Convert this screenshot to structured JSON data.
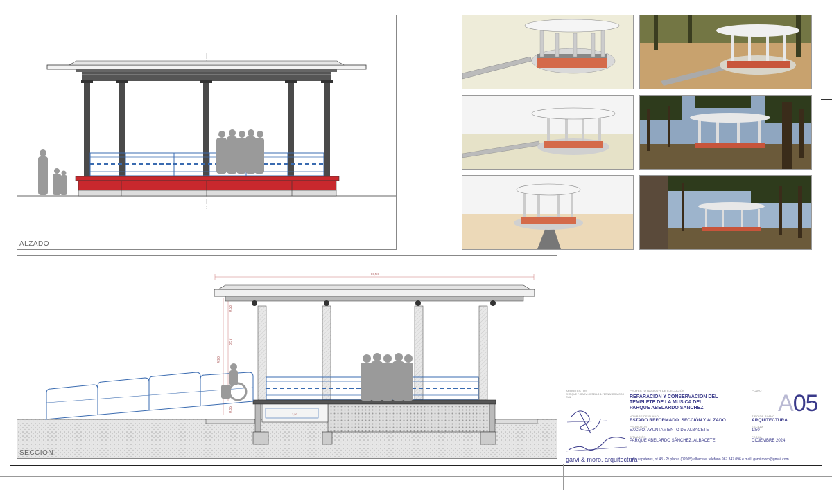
{
  "panels": {
    "alzado_label": "ALZADO",
    "seccion_label": "SECCION"
  },
  "dimensions": {
    "total_width": "10,80",
    "height_total": "4,90",
    "height_column": "3,57",
    "height_roof": "0,53",
    "height_base": "0,85",
    "base_width": "2,50"
  },
  "renders": [
    {
      "name": "render-model-1",
      "style": "model"
    },
    {
      "name": "render-photo-1",
      "style": "photo"
    },
    {
      "name": "render-model-2",
      "style": "model"
    },
    {
      "name": "render-photo-2",
      "style": "photo"
    },
    {
      "name": "render-model-3",
      "style": "model"
    },
    {
      "name": "render-photo-3",
      "style": "photo"
    }
  ],
  "title_block": {
    "architects_label": "ARQUITECTOS",
    "architects_names": "ENRIQUE F. GARVI ORTELLS & FERNANDO MORO RUIZ",
    "project_type": "PROYECTO BÁSICO Y DE EJECUCIÓN",
    "project_title_1": "REPARACION Y CONSERVACION DEL",
    "project_title_2": "TEMPLETE DE LA MUSICA DEL",
    "project_title_3": "PARQUE ABELARDO SANCHEZ",
    "plan_label": "NOMBRE DE PLANO",
    "plan_name": "ESTADO REFORMADO. SECCIÓN Y ALZADO",
    "promoter_label": "PROMOTOR",
    "promoter": "EXCMO. AYUNTAMIENTO DE ALBACETE",
    "location_label": "SITUACIÓN",
    "location": "PARQUE ABELARDO SÁNCHEZ. ALBACETE",
    "plano_label": "PLANO",
    "sheet_prefix": "A",
    "sheet_number": "05",
    "type_label": "TIPO DE PLANO",
    "type": "ARQUITECTURA",
    "scale_label": "ESCALA",
    "scale": "1:50",
    "date_label": "FECHA",
    "date": "DICIEMBRE 2024",
    "studio": "garvi & moro. arquitectura",
    "contact": "calle zapateros, nº 43 · 2ª planta (02005) albacete. teléfono 967 347 096 e.mail: garvi.moro@gmail.com"
  },
  "colors": {
    "base_red": "#c8282d",
    "railing_blue": "#3a6bb0",
    "column_dark": "#4a4a4a",
    "title_blue": "#3a3a8a",
    "silhouette": "#9a9a9a"
  }
}
